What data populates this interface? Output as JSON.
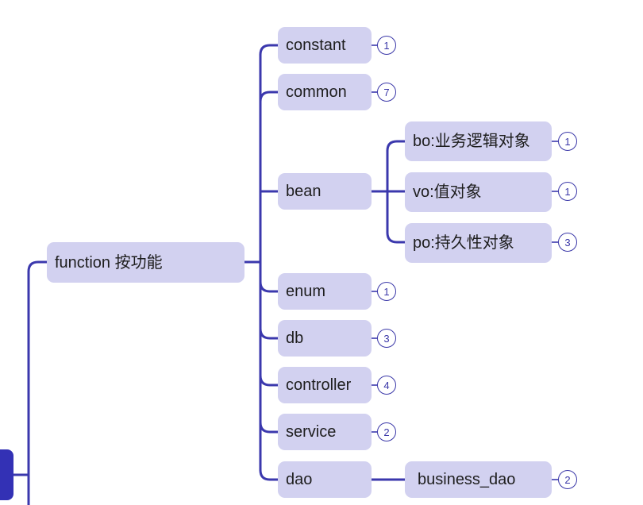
{
  "colors": {
    "line": "#3b38ad",
    "node_fill": "#d2d1f0",
    "root_fill": "#3331b5",
    "text": "#1e1e1e"
  },
  "mindmap": {
    "function_node": {
      "label": "function 按功能",
      "children": [
        {
          "label": "constant",
          "count": "1"
        },
        {
          "label": "common",
          "count": "7"
        },
        {
          "label": "bean",
          "children": [
            {
              "label": "bo:业务逻辑对象",
              "count": "1"
            },
            {
              "label": "vo:值对象",
              "count": "1"
            },
            {
              "label": "po:持久性对象",
              "count": "3"
            }
          ]
        },
        {
          "label": "enum",
          "count": "1"
        },
        {
          "label": "db",
          "count": "3"
        },
        {
          "label": "controller",
          "count": "4"
        },
        {
          "label": "service",
          "count": "2"
        },
        {
          "label": "dao",
          "children": [
            {
              "label": "business_dao",
              "count": "2"
            }
          ]
        }
      ]
    }
  }
}
